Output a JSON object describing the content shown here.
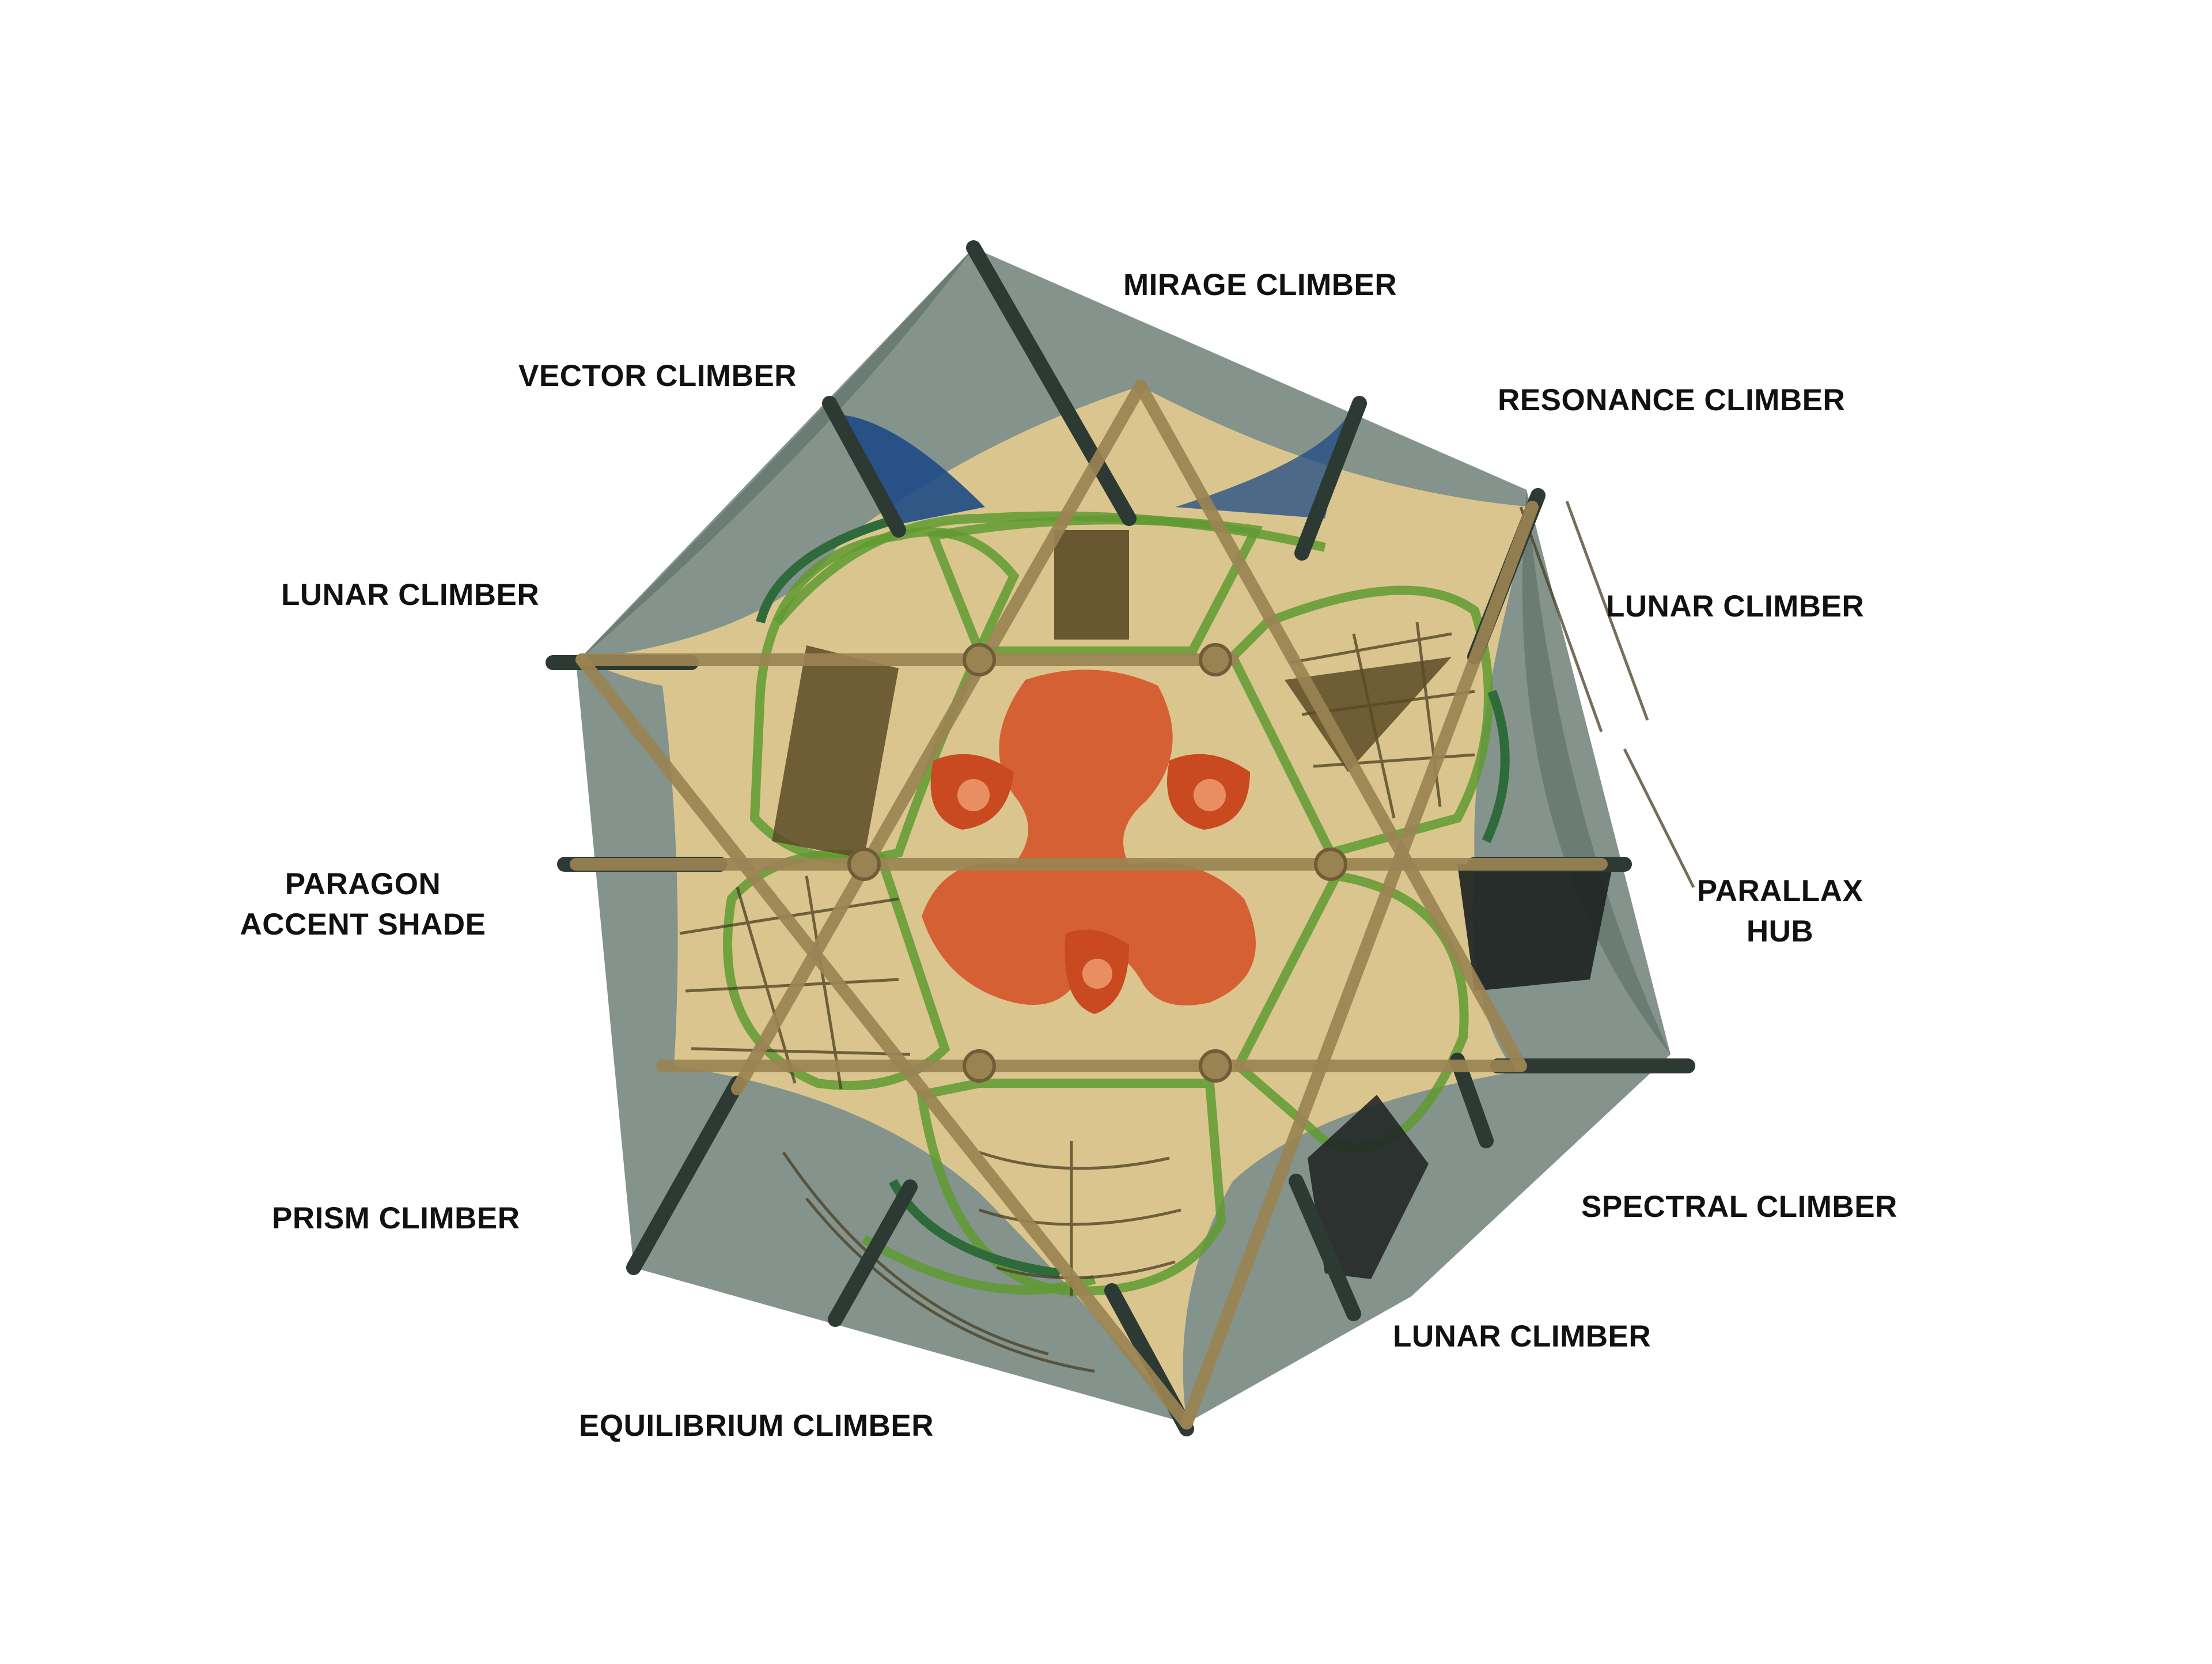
{
  "diagram": {
    "labels": {
      "mirage_climber": "MIRAGE CLIMBER",
      "vector_climber": "VECTOR CLIMBER",
      "resonance_climber": "RESONANCE CLIMBER",
      "lunar_climber_left": "LUNAR CLIMBER",
      "lunar_climber_right": "LUNAR CLIMBER",
      "paragon_accent_shade_line1": "PARAGON",
      "paragon_accent_shade_line2": "ACCENT SHADE",
      "parallax_hub_line1": "PARALLAX",
      "parallax_hub_line2": "HUB",
      "prism_climber": "PRISM CLIMBER",
      "spectral_climber": "SPECTRAL CLIMBER",
      "lunar_climber_bottom": "LUNAR CLIMBER",
      "equilibrium_climber": "EQUILIBRIUM CLIMBER"
    },
    "colors": {
      "shade_gray": "#55695f",
      "shade_tan": "#e7cc8e",
      "frame_green": "#5f9a33",
      "dark_green": "#2f6b3a",
      "post_dark": "#2c3a33",
      "beam_tan": "#9a8352",
      "hub_orange": "#d4542a",
      "panel_brown": "#5b4a26",
      "panel_blue": "#1e4a86",
      "panel_black": "#1f2422"
    }
  }
}
